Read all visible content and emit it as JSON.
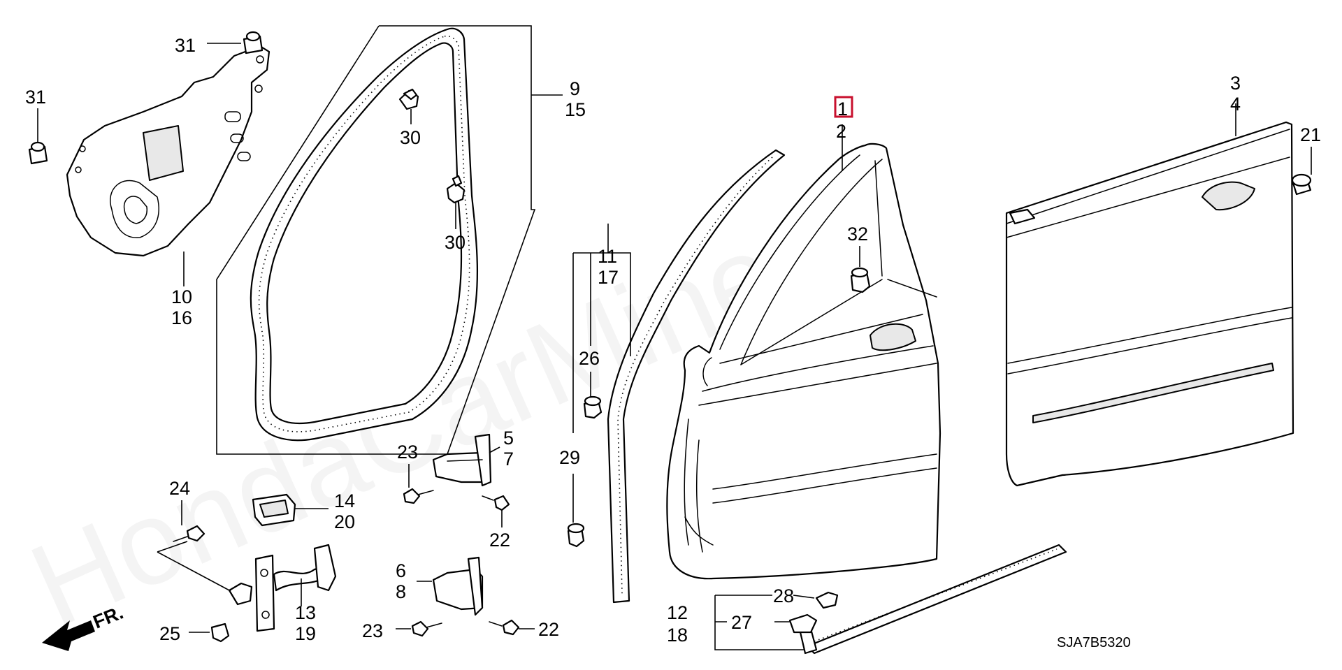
{
  "watermark": "HondaCarMine.ru",
  "diagram_code": "SJA7B5320",
  "direction": {
    "label": "FR.",
    "icon": "front-direction-arrow-icon"
  },
  "highlight_color": "#c8102e",
  "callouts": {
    "c1": "1",
    "c2": "2",
    "c3": "3",
    "c4": "4",
    "c5": "5",
    "c6": "6",
    "c7": "7",
    "c8": "8",
    "c9": "9",
    "c10": "10",
    "c11": "11",
    "c12": "12",
    "c13": "13",
    "c14": "14",
    "c15": "15",
    "c16": "16",
    "c17": "17",
    "c18": "18",
    "c19": "19",
    "c20": "20",
    "c21": "21",
    "c22": "22",
    "c23": "23",
    "c24": "24",
    "c25": "25",
    "c26": "26",
    "c27": "27",
    "c28": "28",
    "c29": "29",
    "c30": "30",
    "c31": "31",
    "c32": "32"
  }
}
